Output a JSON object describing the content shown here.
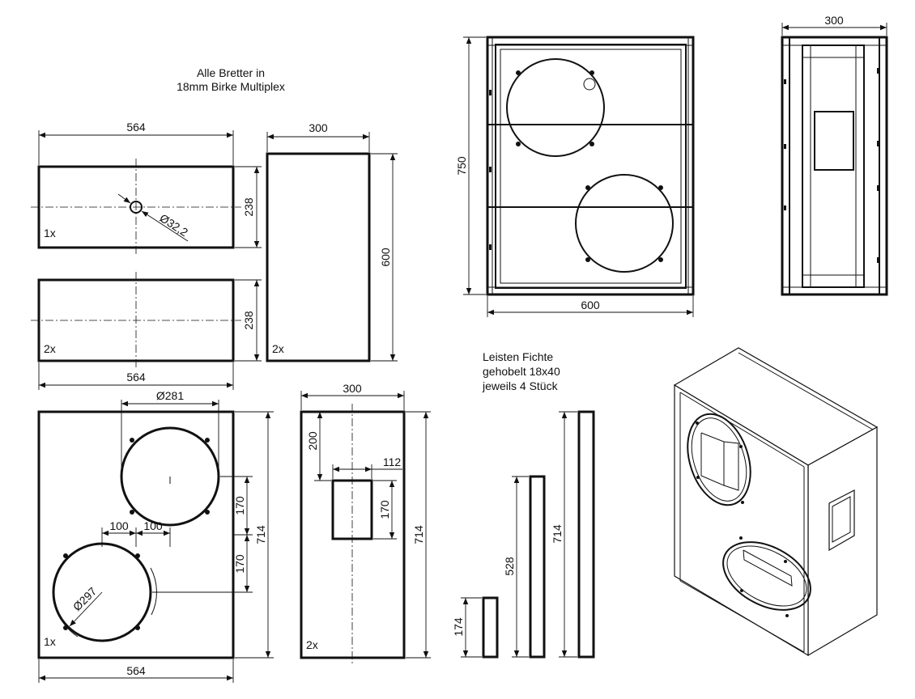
{
  "notes": {
    "material_line1": "Alle Bretter in",
    "material_line2": "18mm Birke Multiplex",
    "battens_line1": "Leisten Fichte",
    "battens_line2": "gehobelt 18x40",
    "battens_line3": "jeweils 4 Stück"
  },
  "top_panel": {
    "width": "564",
    "depth": "238",
    "port_dia": "Ø32,2",
    "qty": "1x"
  },
  "bottom_panel": {
    "width": "564",
    "depth": "238",
    "qty": "2x"
  },
  "side_panel": {
    "width": "300",
    "height": "600",
    "qty": "2x"
  },
  "front_view": {
    "height": "750",
    "width": "600"
  },
  "side_view": {
    "width": "300"
  },
  "baffle": {
    "width": "564",
    "height": "714",
    "qty": "1x",
    "hole_upper_dia": "Ø281",
    "hole_lower_dia": "Ø297",
    "offset_left": "100",
    "offset_right": "100",
    "vert_upper": "170",
    "vert_lower": "170"
  },
  "rear_panel": {
    "width": "300",
    "height": "714",
    "qty": "2x",
    "cutout_top": "200",
    "cutout_width": "112",
    "cutout_height": "170"
  },
  "battens": {
    "short": "174",
    "mid": "528",
    "long": "714"
  }
}
